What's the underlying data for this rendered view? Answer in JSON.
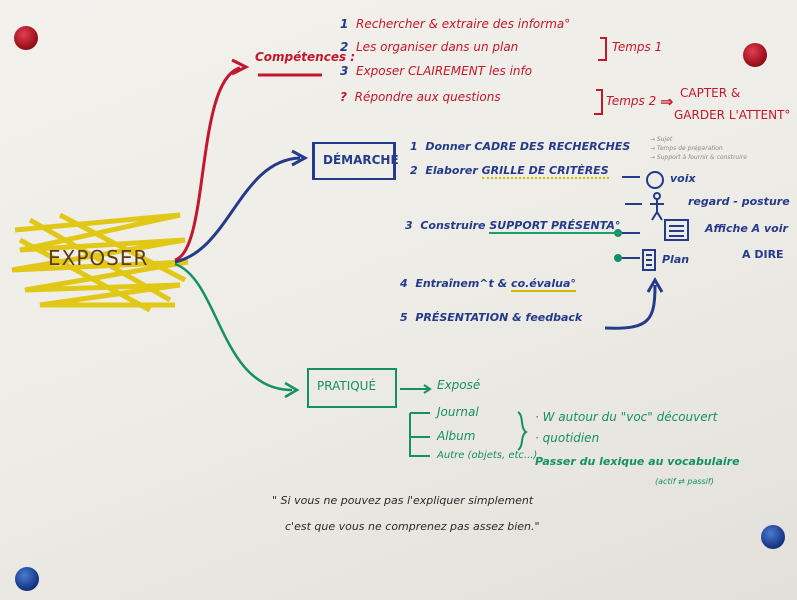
{
  "center": {
    "label": "EXPOSER"
  },
  "competences": {
    "label": "Compétences :",
    "items": [
      {
        "marker": "1",
        "text": "Rechercher & extraire des informa°"
      },
      {
        "marker": "2",
        "text": "Les organiser dans un plan"
      },
      {
        "marker": "3",
        "text": "Exposer CLAIREMENT les info"
      },
      {
        "marker": "?",
        "text": "Répondre aux questions"
      }
    ],
    "temps1": "Temps 1",
    "temps2": "Temps 2",
    "arrow": "⇒",
    "goal_line1": "CAPTER &",
    "goal_line2": "GARDER L'ATTENT°"
  },
  "demarche": {
    "label": "DÉMARCHE",
    "steps": [
      {
        "marker": "1",
        "text": "Donner CADRE DES RECHERCHES"
      },
      {
        "marker": "2",
        "text": "Elaborer",
        "highlight": "GRILLE DE CRITÈRES"
      },
      {
        "marker": "3",
        "text": "Construire",
        "highlight": "SUPPORT PRÉSENTA°"
      },
      {
        "marker": "4",
        "text": "Entraînem^t &",
        "highlight": "co.évalua°"
      },
      {
        "marker": "5",
        "text": "PRÉSENTATION & feedback"
      }
    ],
    "notes": [
      "→ Sujet",
      "→ Temps de préparation",
      "→ Support à fournir & construire"
    ],
    "criteria": [
      "voix",
      "regard - posture"
    ],
    "support": [
      "Affiche A voir",
      "Plan",
      "A DIRE"
    ]
  },
  "pratique": {
    "label": "PRATIQUÉ",
    "items": [
      "Exposé",
      "Journal",
      "Album",
      "Autre (objets, etc...)"
    ],
    "notes": [
      "· W autour du \"voc\" découvert",
      "· quotidien"
    ],
    "lexique": "Passer du lexique au vocabulaire",
    "lexique_sub": "(actif ⇄ passif)"
  },
  "quote": {
    "line1": "\" Si vous ne pouvez pas l'expliquer simplement",
    "line2": "c'est que vous ne comprenez pas assez bien.\""
  },
  "colors": {
    "red": "#c4172c",
    "blue": "#243a8a",
    "green": "#159065",
    "yellow": "#e0c400"
  }
}
